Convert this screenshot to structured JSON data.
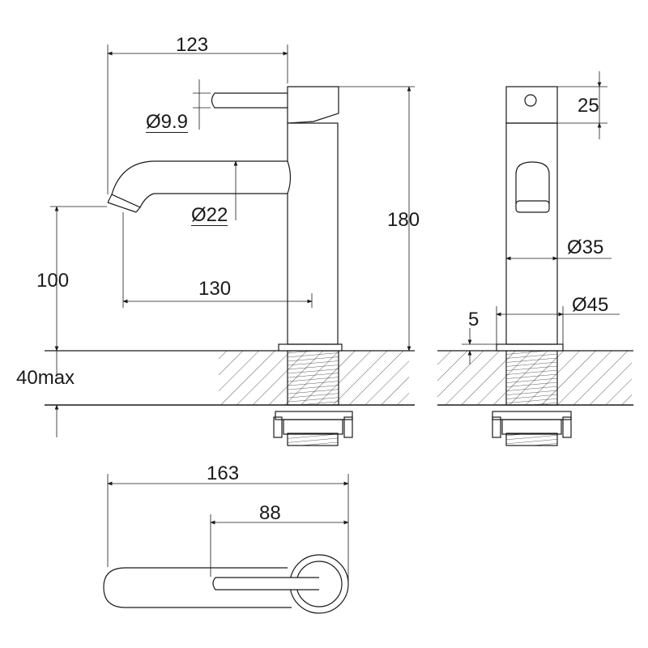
{
  "front_view": {
    "width_label": "123",
    "lever_diameter_label": "Ø9.9",
    "spout_diameter_label": "Ø22",
    "height_label": "180",
    "spout_height_label": "100",
    "reach_label": "130",
    "counter_thickness_label": "40max"
  },
  "side_view": {
    "handle_height_label": "25",
    "body_diameter_label": "Ø35",
    "base_diameter_label": "Ø45",
    "flange_height_label": "5"
  },
  "top_view": {
    "total_length_label": "163",
    "lever_length_label": "88"
  },
  "colors": {
    "line": "#1a1a1a",
    "background": "#ffffff"
  }
}
